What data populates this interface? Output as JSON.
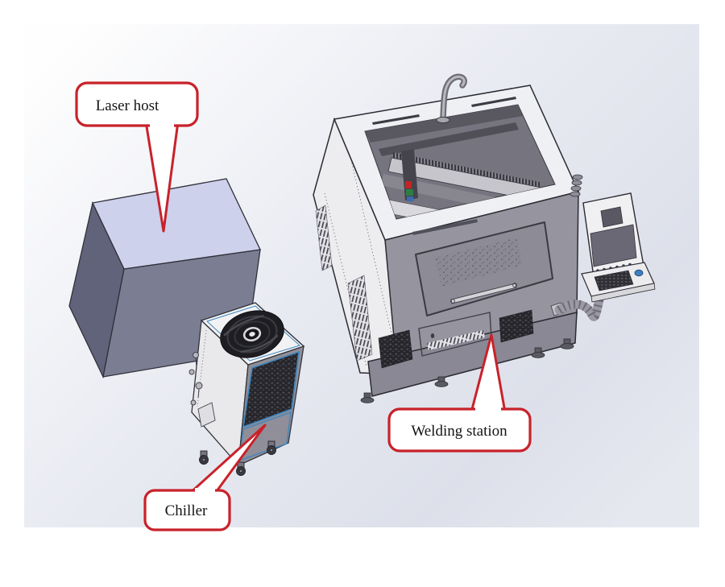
{
  "callouts": {
    "laser_host": {
      "label": "Laser host"
    },
    "chiller": {
      "label": "Chiller"
    },
    "welding_station": {
      "label": "Welding station"
    }
  },
  "style": {
    "callout_border_color": "#c8222a",
    "callout_fill": "#ffffff",
    "text_color": "#141414",
    "background_highlight": "#fefefe",
    "background_shade": "#dde0ea",
    "laser_host_top": "#cdd1ec",
    "laser_host_left": "#60637a",
    "laser_host_front": "#7b7e92",
    "machine_white": "#efeff2",
    "machine_gray": "#96949f",
    "machine_base_gray": "#8a8894",
    "cavity_gray": "#76747f",
    "grille_dark": "#26262b",
    "chiller_trim_blue": "#3c85bd"
  }
}
